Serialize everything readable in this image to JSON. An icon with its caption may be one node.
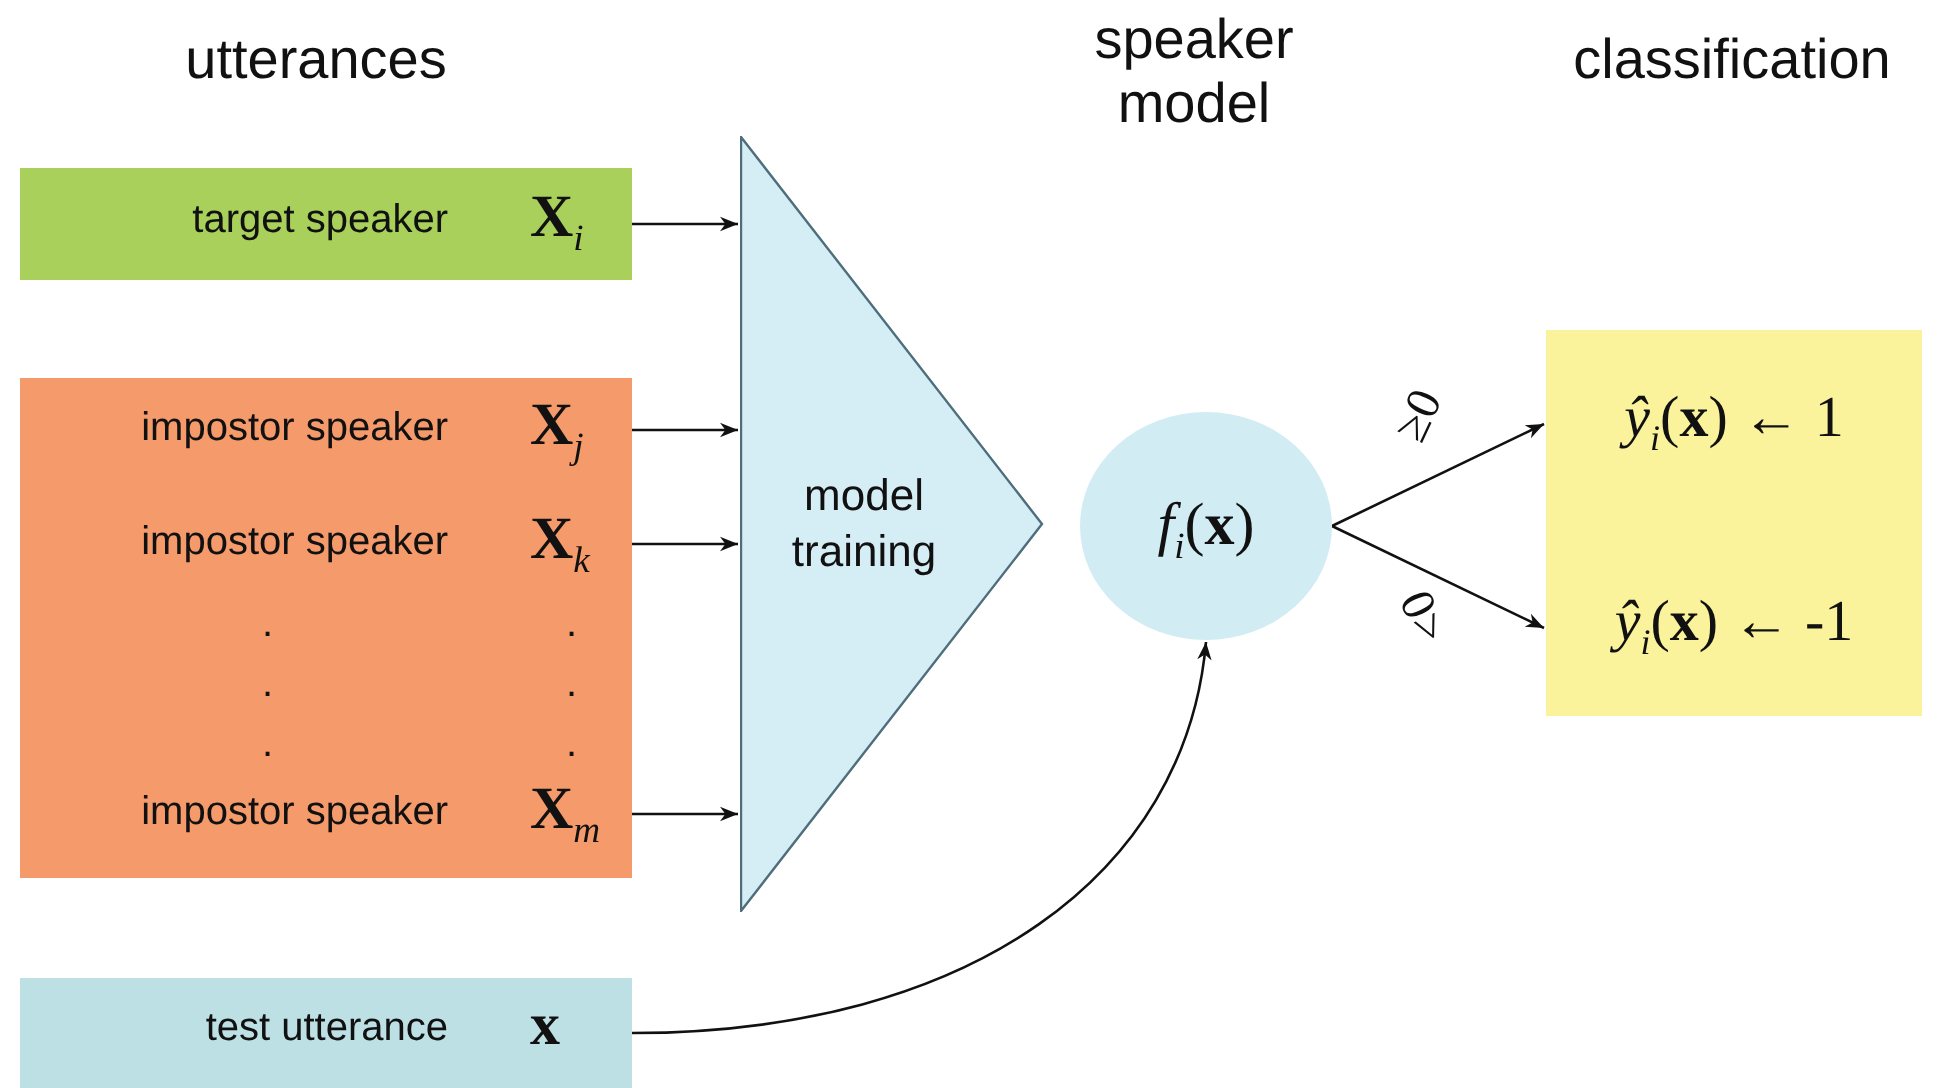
{
  "diagram": {
    "nodes": [
      {
        "text": [
          "target speaker",
          "**X**$_{i}$"
        ]
      },
      {
        "text": [],
        "shape": "box"
      },
      {
        "text": [
          "impostor speaker",
          "**X**$_{j}$"
        ],
        "in": 1
      },
      {
        "text": [
          "impostor speaker",
          "**X**$_{k}$"
        ],
        "in": 1
      },
      {
        "text": [
          "impostor speaker",
          "**X**$_{m}$"
        ],
        "in": 1
      },
      {
        "text": [
          "model training"
        ]
      },
      {
        "text": [
          "*f*$_{i}$(**x**)"
        ]
      },
      {
        "text": [],
        "shape": "box"
      },
      {
        "text": [
          "*ŷ*$_{i}$(**x**) ← 1"
        ],
        "in": 7
      },
      {
        "text": [
          "*ŷ*$_{i}$(**x**) ← -1"
        ],
        "in": 7
      },
      {
        "text": [
          "test utterance",
          "**x**"
        ]
      }
    ],
    "edges": [
      {
        "from": 0,
        "to": 5,
        "arrow": "to"
      },
      {
        "from": 2,
        "to": 5,
        "arrow": "to"
      },
      {
        "from": 3,
        "to": 5,
        "arrow": "to"
      },
      {
        "from": 4,
        "to": 5,
        "arrow": "to"
      },
      {
        "from": 10,
        "to": 6,
        "arrow": "to"
      },
      {
        "from": 6,
        "to": 8,
        "arrow": "to",
        "label": "≥0"
      },
      {
        "from": 6,
        "to": 9,
        "arrow": "to",
        "label": "<0"
      }
    ],
    "labels": [
      "utterances",
      "speaker model",
      "classification",
      ".",
      ".",
      ".",
      ".",
      ".",
      "."
    ]
  }
}
